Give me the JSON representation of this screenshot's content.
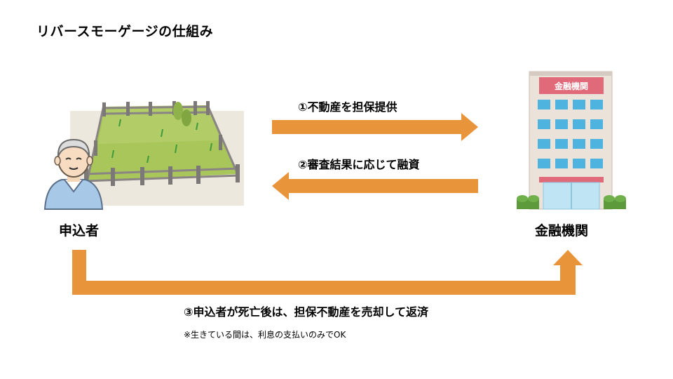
{
  "title": "リバースモーゲージの仕組み",
  "applicant_label": "申込者",
  "bank_label": "金融機関",
  "bank_sign": "金融機関",
  "steps": {
    "step1": "①不動産を担保提供",
    "step2": "②審査結果に応じて融資",
    "step3": "③申込者が死亡後は、担保不動産を売却して返済"
  },
  "note": "※生きている間は、利息の支払いのみでOK",
  "colors": {
    "arrow": "#e8943a",
    "sign": "#e06a7a",
    "window": "#4fb3e0",
    "building": "#e9ddd6",
    "land": "#9cbf4e"
  },
  "icons": {
    "applicant": "elderly-man-illustration",
    "property": "fenced-land-illustration",
    "bank": "bank-building-illustration"
  }
}
